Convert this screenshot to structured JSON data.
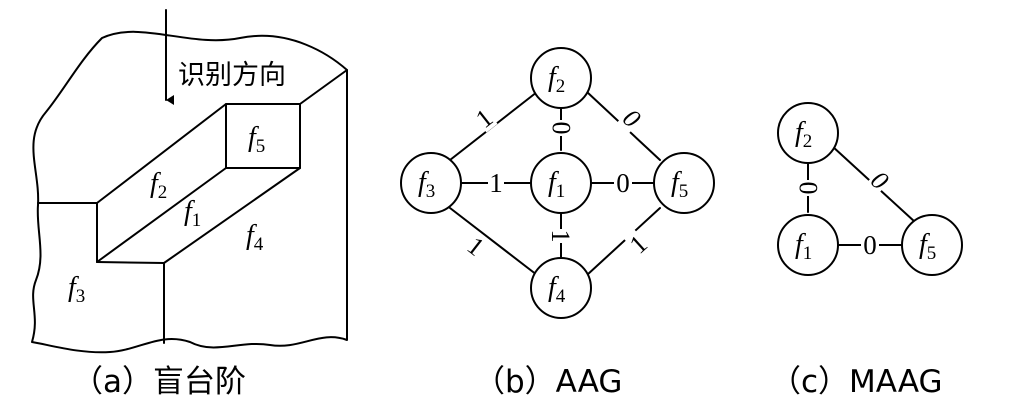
{
  "panel_a": {
    "caption": "（a）盲台阶",
    "direction_label": "识别方向",
    "faces": [
      {
        "name": "f",
        "sub": "2"
      },
      {
        "name": "f",
        "sub": "1"
      },
      {
        "name": "f",
        "sub": "5"
      },
      {
        "name": "f",
        "sub": "4"
      },
      {
        "name": "f",
        "sub": "3"
      }
    ]
  },
  "panel_b": {
    "caption": "（b）AAG",
    "nodes": [
      {
        "name": "f",
        "sub": "2"
      },
      {
        "name": "f",
        "sub": "3"
      },
      {
        "name": "f",
        "sub": "1"
      },
      {
        "name": "f",
        "sub": "5"
      },
      {
        "name": "f",
        "sub": "4"
      }
    ],
    "edges": [
      {
        "from": "f2",
        "to": "f3",
        "label": "1"
      },
      {
        "from": "f2",
        "to": "f1",
        "label": "0"
      },
      {
        "from": "f2",
        "to": "f5",
        "label": "0"
      },
      {
        "from": "f3",
        "to": "f1",
        "label": "1"
      },
      {
        "from": "f1",
        "to": "f5",
        "label": "0"
      },
      {
        "from": "f1",
        "to": "f4",
        "label": "1"
      },
      {
        "from": "f3",
        "to": "f4",
        "label": "1"
      },
      {
        "from": "f4",
        "to": "f5",
        "label": "1"
      }
    ]
  },
  "panel_c": {
    "caption": "（c）MAAG",
    "nodes": [
      {
        "name": "f",
        "sub": "2"
      },
      {
        "name": "f",
        "sub": "1"
      },
      {
        "name": "f",
        "sub": "5"
      }
    ],
    "edges": [
      {
        "from": "f2",
        "to": "f1",
        "label": "0"
      },
      {
        "from": "f2",
        "to": "f5",
        "label": "0"
      },
      {
        "from": "f1",
        "to": "f5",
        "label": "0"
      }
    ]
  }
}
